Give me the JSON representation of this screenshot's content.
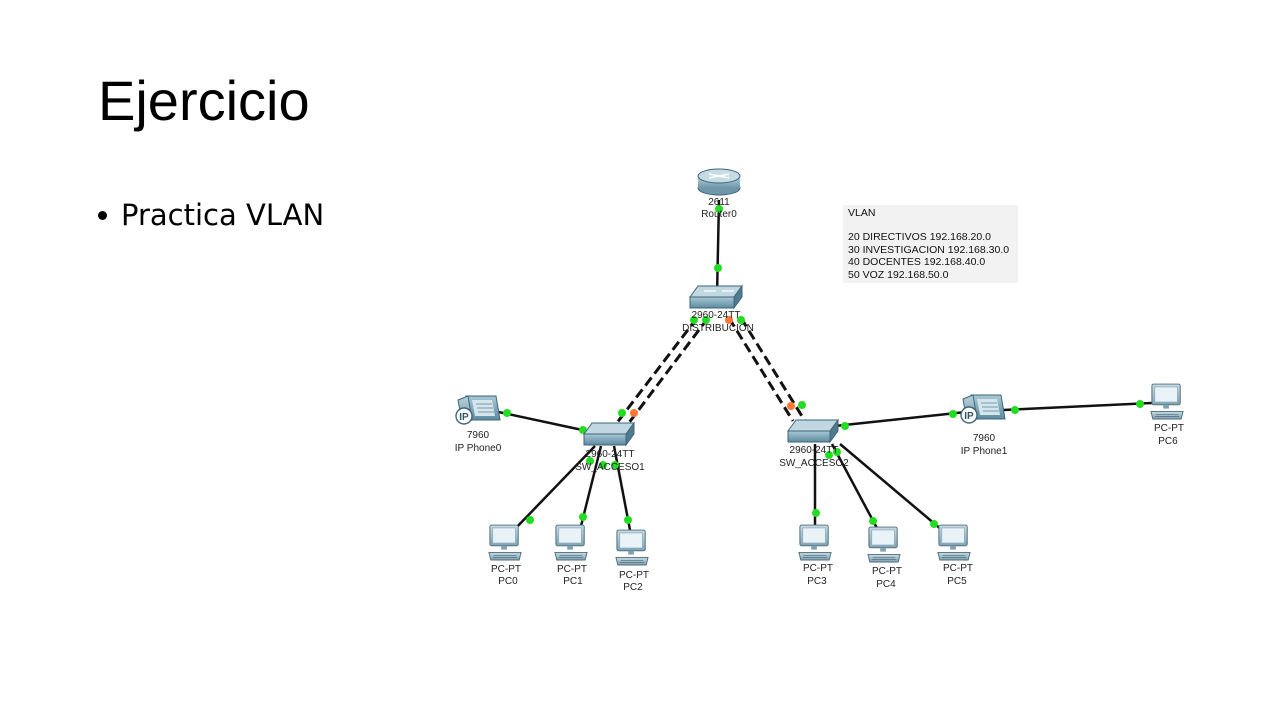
{
  "slide": {
    "title": "Ejercicio",
    "bullet": "Practica VLAN"
  },
  "legend": {
    "title": "VLAN",
    "lines": [
      "20 DIRECTIVOS    192.168.20.0",
      "30 INVESTIGACION   192.168.30.0",
      "40 DOCENTES   192.168.40.0",
      "50 VOZ    192.168.50.0"
    ]
  },
  "devices": {
    "router": {
      "model": "2611",
      "name": "Router0"
    },
    "distribution": {
      "model": "2960-24TT",
      "name": "DISTRIBUCION"
    },
    "access1": {
      "model": "2960-24TT",
      "name": "SW_ACCESO1"
    },
    "access2": {
      "model": "2960-24TT",
      "name": "SW_ACCESO2"
    },
    "phone0": {
      "model": "7960",
      "name": "IP Phone0"
    },
    "phone1": {
      "model": "7960",
      "name": "IP Phone1"
    },
    "pc0": {
      "model": "PC-PT",
      "name": "PC0"
    },
    "pc1": {
      "model": "PC-PT",
      "name": "PC1"
    },
    "pc2": {
      "model": "PC-PT",
      "name": "PC2"
    },
    "pc3": {
      "model": "PC-PT",
      "name": "PC3"
    },
    "pc4": {
      "model": "PC-PT",
      "name": "PC4"
    },
    "pc5": {
      "model": "PC-PT",
      "name": "PC5"
    },
    "pc6": {
      "model": "PC-PT",
      "name": "PC6"
    }
  },
  "colors": {
    "link_up": "#22dd22",
    "link_pending": "#ff7733",
    "device": "#6f9fb5",
    "cable": "#111111"
  }
}
